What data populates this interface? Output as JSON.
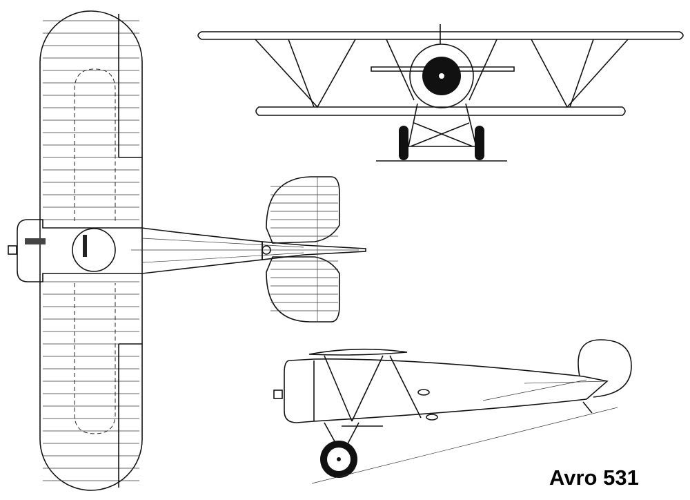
{
  "drawing": {
    "title": "Avro 531",
    "views": [
      "plan-view",
      "front-view",
      "side-view"
    ]
  }
}
